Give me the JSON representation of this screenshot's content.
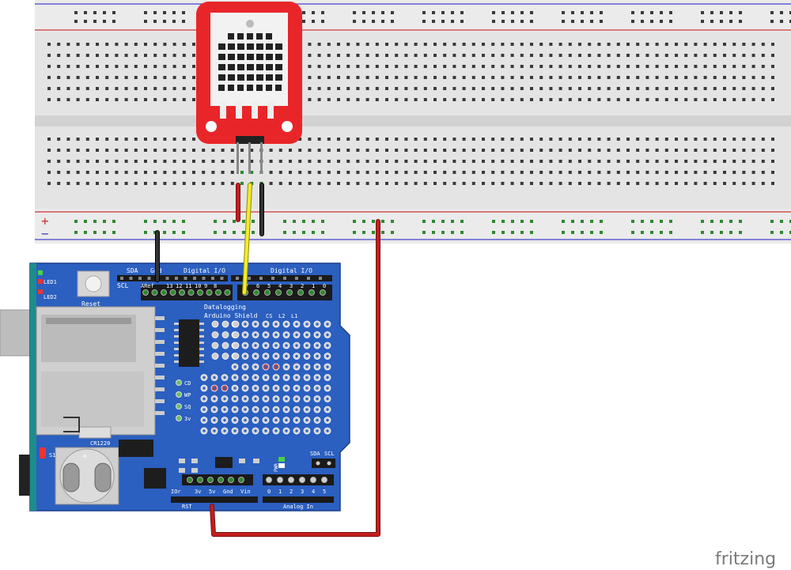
{
  "breadboard": {
    "plus_sign": "+",
    "minus_sign": "−",
    "rail_colors": {
      "red": "#cc3333",
      "blue": "#4444cc"
    }
  },
  "shield": {
    "board_color": "#2b5fc0",
    "header_labels": {
      "sda": "SDA",
      "gnd": "Gnd",
      "digital_io_left": "Digital I/O",
      "digital_io_right": "Digital I/O",
      "scl": "SCL",
      "aref": "ARef",
      "pins_left": [
        "13",
        "12",
        "11",
        "10",
        "9",
        "8"
      ],
      "pins_right": [
        "7",
        "6",
        "5",
        "4",
        "3",
        "2",
        "1",
        "0"
      ]
    },
    "led1": "LED1",
    "led2": "LED2",
    "reset": "Reset",
    "title_line1": "Datalogging",
    "title_line2": "Arduino Shield",
    "small_labels": [
      "CS",
      "L2",
      "L1"
    ],
    "sd_labels": [
      "CD",
      "WP",
      "SQ",
      "3v"
    ],
    "battery": "CR1220",
    "s1": "S1",
    "pwr": "PWR",
    "i2c": [
      "SDA",
      "SCL"
    ],
    "power_pins": [
      "IOr",
      "3v",
      "5v",
      "Gnd",
      "Vin"
    ],
    "rst": "RST",
    "analog_pins": [
      "0",
      "1",
      "2",
      "3",
      "4",
      "5"
    ],
    "analog_label": "Analog In"
  },
  "sensor": {
    "body_color": "#e8262a"
  },
  "wires": {
    "red": "#c21e1e",
    "black": "#222222",
    "yellow": "#f2ec2b"
  },
  "watermark": "fritzing"
}
